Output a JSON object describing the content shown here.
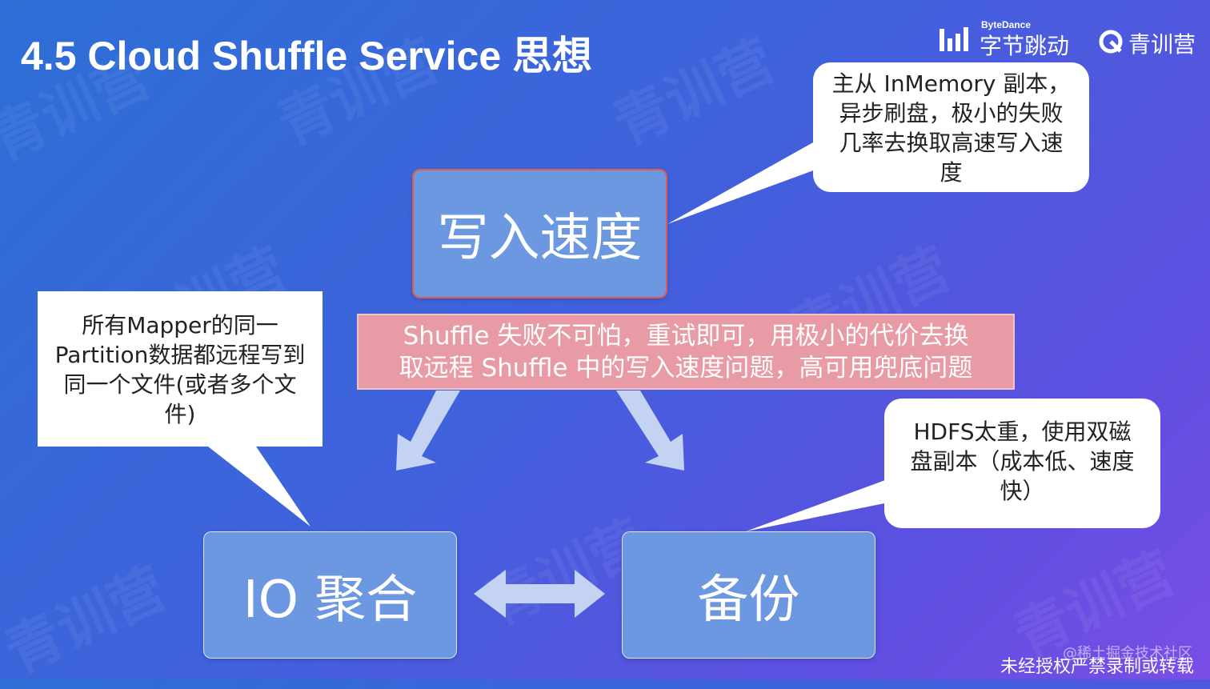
{
  "header": {
    "title": "4.5 Cloud Shuffle Service 思想",
    "brand_bytedance_small": "ByteDance",
    "brand_bytedance": "字节跳动",
    "brand_qingxunying": "青训营"
  },
  "diagram": {
    "nodes": {
      "write_speed": "写入速度",
      "io_aggregation": "IO 聚合",
      "backup": "备份"
    },
    "center_note": {
      "line1": "Shuffle 失败不可怕，重试即可，用极小的代价去换",
      "line2": "取远程 Shuffle 中的写入速度问题，高可用兜底问题"
    },
    "callouts": {
      "top_right": [
        "主从 InMemory 副本，",
        "异步刷盘，极小的失败",
        "几率去换取高速写入速",
        "度"
      ],
      "left": [
        "所有Mapper的同一",
        "Partition数据都远程写到",
        "同一个文件(或者多个文",
        "件)"
      ],
      "bottom_right": [
        "HDFS太重，使用双磁",
        "盘副本（成本低、速度",
        "快）"
      ]
    }
  },
  "footer": {
    "source": "@稀土掘金技术社区",
    "notice": "未经授权严禁录制或转载"
  },
  "colors": {
    "node_fill": "#6b98e0",
    "banner_fill": "#e89aa5",
    "arrow_fill": "#c5d3f2"
  }
}
